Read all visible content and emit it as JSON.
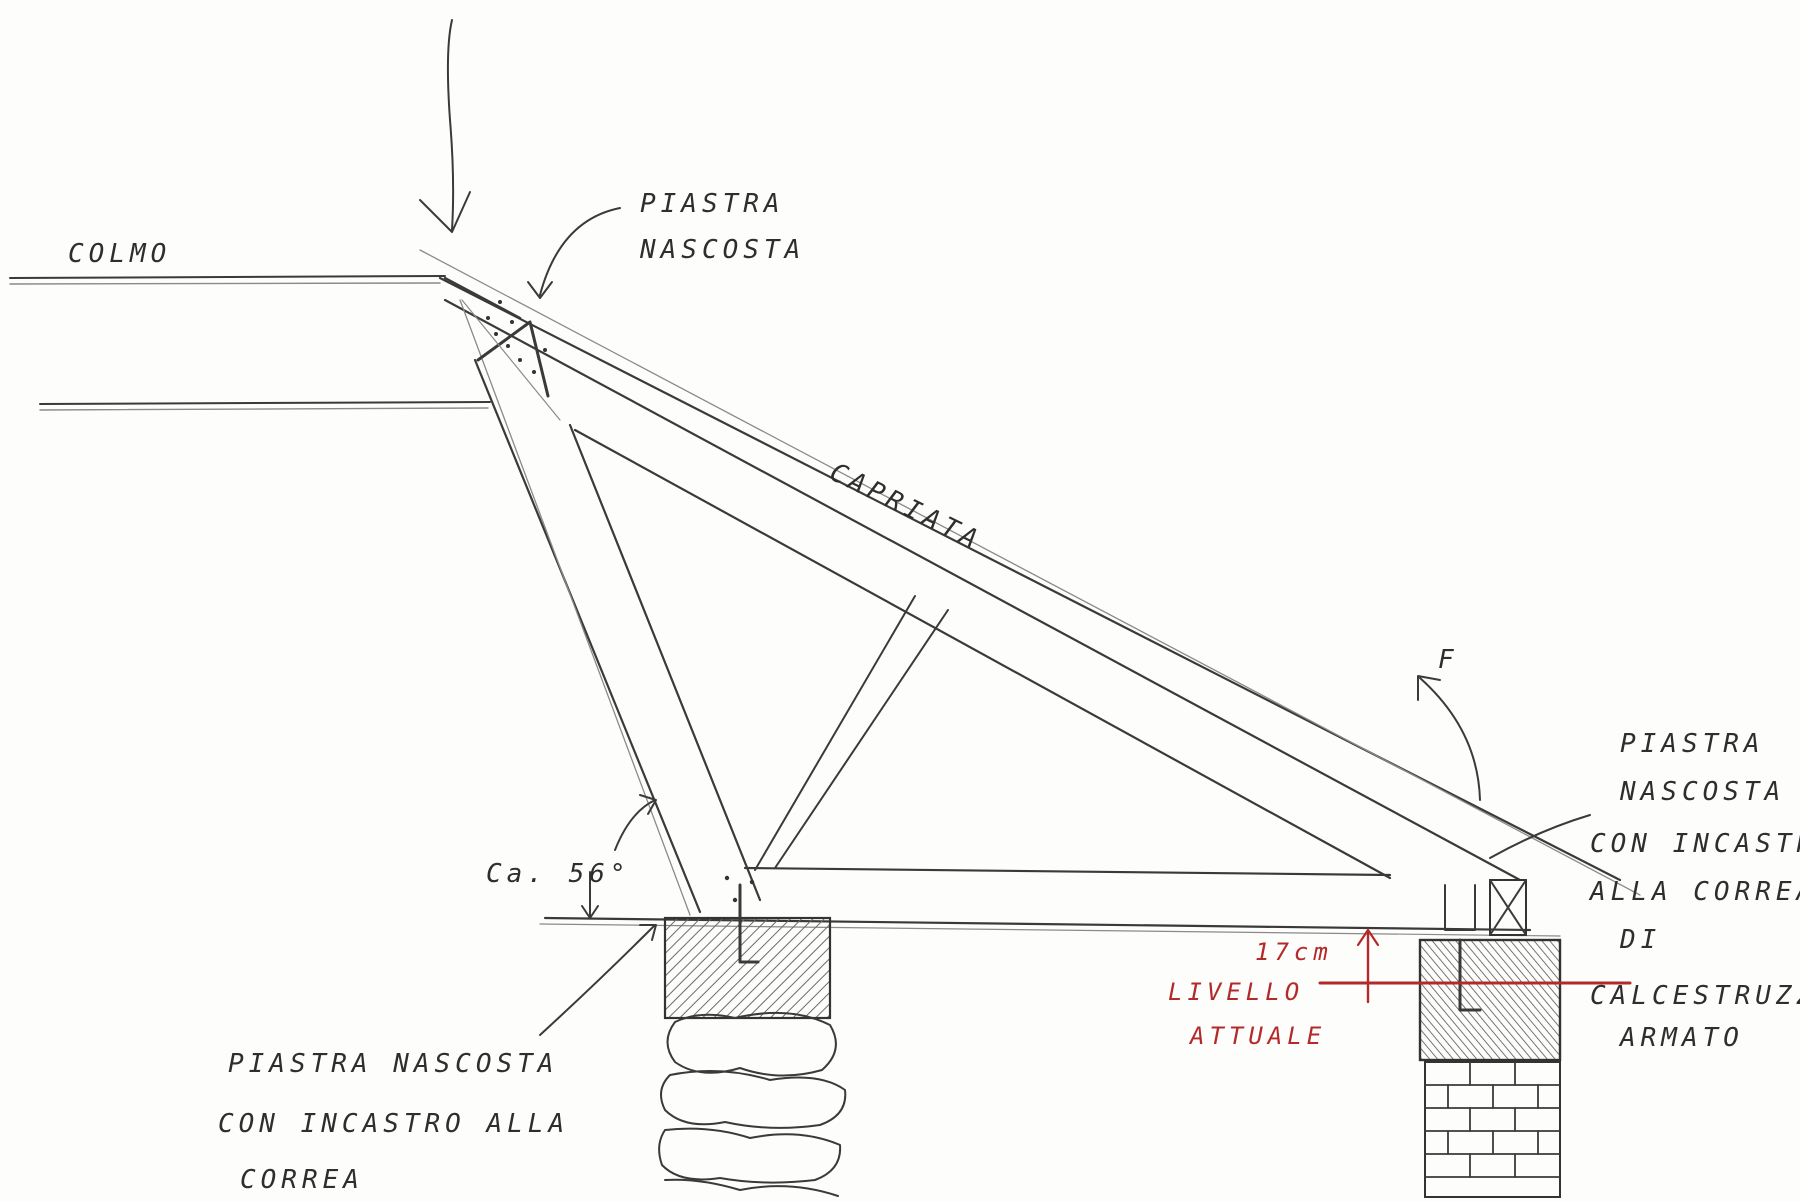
{
  "labels": {
    "colmo": "COLMO",
    "piastra_top_1": "PIASTRA",
    "piastra_top_2": "NASCOSTA",
    "capriata": "CAPRIATA",
    "angle": "Ca. 56°",
    "force": "F",
    "piastra_left_1": "PIASTRA NASCOSTA",
    "piastra_left_2": "CON INCASTRO ALLA",
    "piastra_left_3": "CORREA",
    "piastra_right_1": "PIASTRA",
    "piastra_right_2": "NASCOSTA",
    "piastra_right_3": "CON INCASTRO",
    "piastra_right_4": "ALLA CORREA",
    "piastra_right_5": "DI",
    "piastra_right_6": "CALCESTRUZZO",
    "piastra_right_7": "ARMATO",
    "dimension": "17cm",
    "livello_1": "LIVELLO",
    "livello_2": "ATTUALE"
  },
  "colors": {
    "pencil": "#3a3a3a",
    "red_pencil": "#b32a2a",
    "hatch": "#6b6b6b"
  }
}
